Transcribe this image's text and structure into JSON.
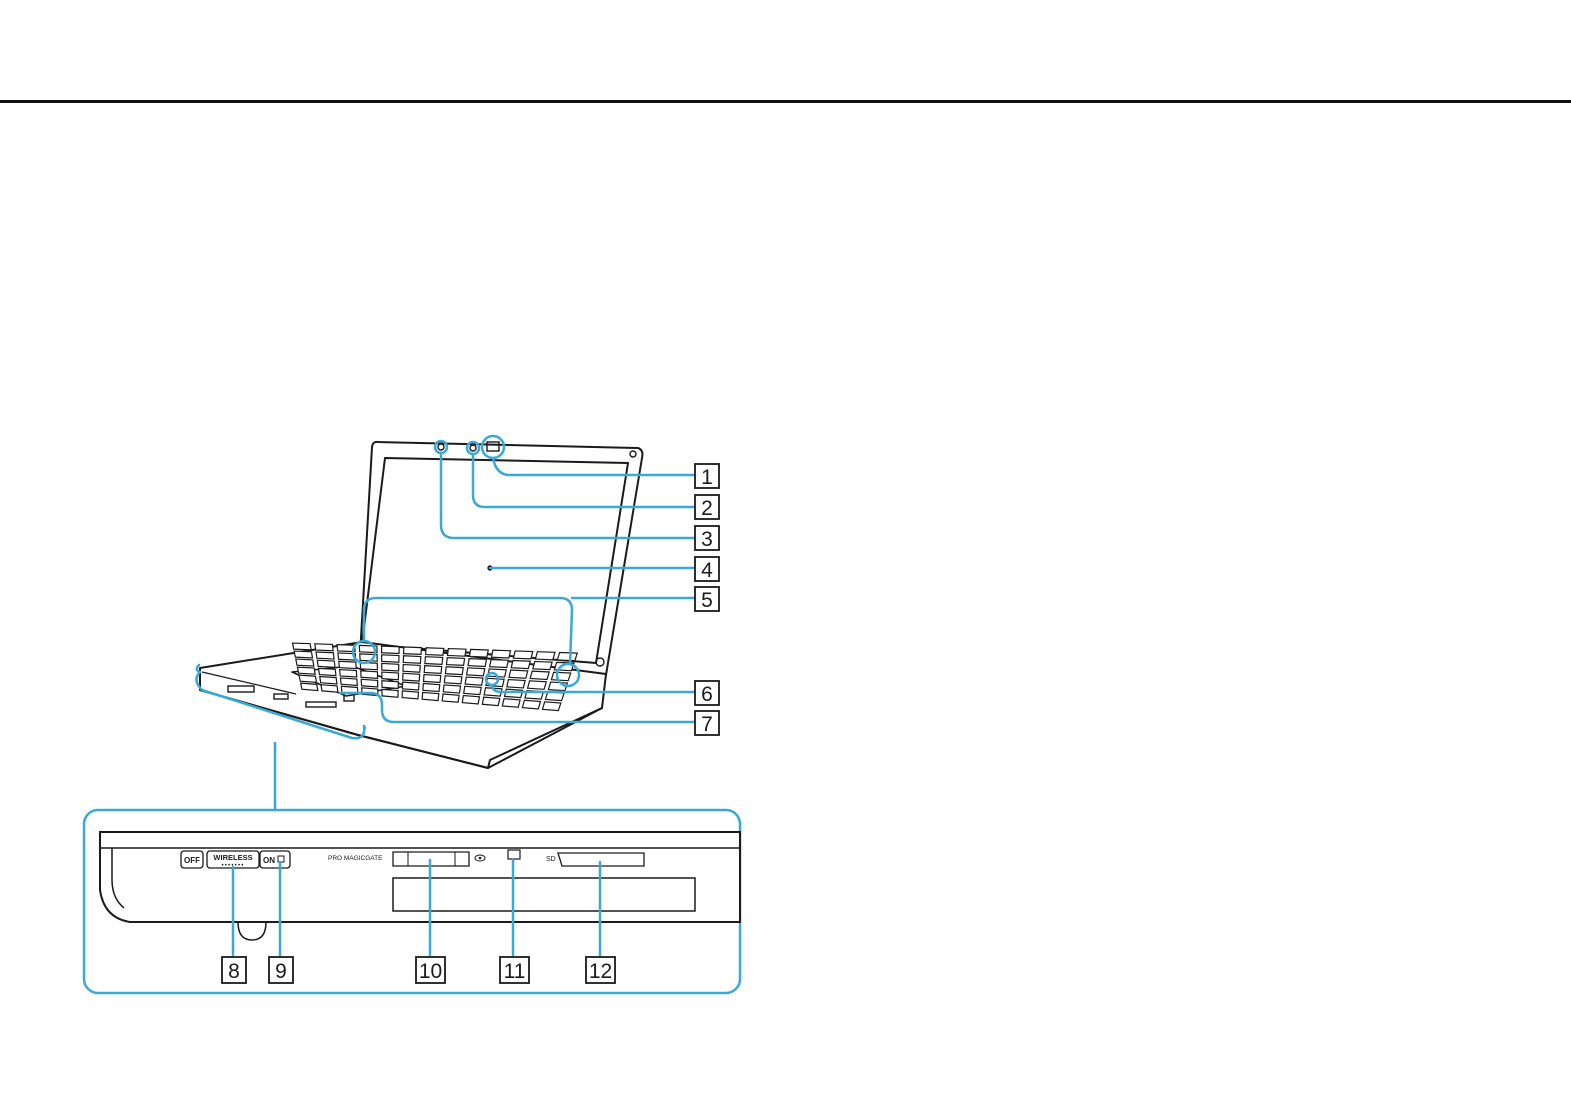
{
  "callouts": {
    "c1": "1",
    "c2": "2",
    "c3": "3",
    "c4": "4",
    "c5": "5",
    "c6": "6",
    "c7": "7",
    "c8": "8",
    "c9": "9",
    "c10": "10",
    "c11": "11",
    "c12": "12"
  },
  "panel_labels": {
    "off": "OFF",
    "wireless": "WIRELESS",
    "on": "ON",
    "pro_magicgate": "PRO MAGICGATE",
    "sd": "SD"
  },
  "colors": {
    "leader": "#3aa9d6",
    "outline": "#1a1a1a",
    "panel_fill": "#e9e9e9"
  }
}
